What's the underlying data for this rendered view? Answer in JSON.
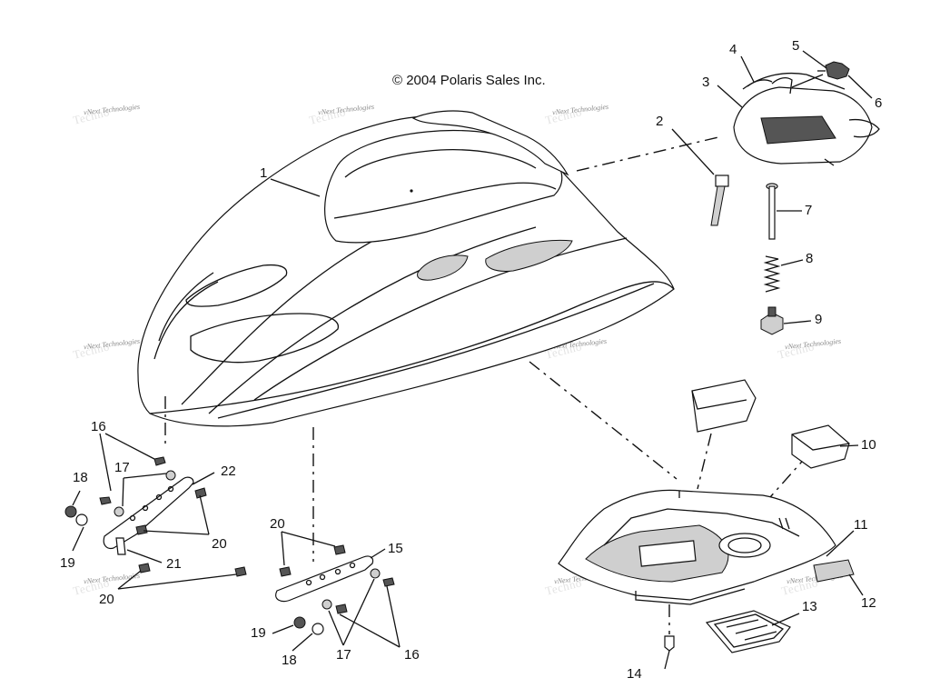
{
  "copyright": "© 2004 Polaris Sales Inc.",
  "watermark_text": "vNext Technologies",
  "watermark_bg_text": "Techno",
  "callouts": [
    {
      "id": "c1",
      "label": "1"
    },
    {
      "id": "c2",
      "label": "2"
    },
    {
      "id": "c3",
      "label": "3"
    },
    {
      "id": "c4",
      "label": "4"
    },
    {
      "id": "c5",
      "label": "5"
    },
    {
      "id": "c6",
      "label": "6"
    },
    {
      "id": "c7",
      "label": "7"
    },
    {
      "id": "c8",
      "label": "8"
    },
    {
      "id": "c9",
      "label": "9"
    },
    {
      "id": "c10",
      "label": "10"
    },
    {
      "id": "c11",
      "label": "11"
    },
    {
      "id": "c12",
      "label": "12"
    },
    {
      "id": "c13",
      "label": "13"
    },
    {
      "id": "c14",
      "label": "14"
    },
    {
      "id": "c15",
      "label": "15"
    },
    {
      "id": "c16a",
      "label": "16"
    },
    {
      "id": "c16b",
      "label": "16"
    },
    {
      "id": "c17a",
      "label": "17"
    },
    {
      "id": "c17b",
      "label": "17"
    },
    {
      "id": "c18a",
      "label": "18"
    },
    {
      "id": "c18b",
      "label": "18"
    },
    {
      "id": "c19a",
      "label": "19"
    },
    {
      "id": "c19b",
      "label": "19"
    },
    {
      "id": "c20a",
      "label": "20"
    },
    {
      "id": "c20b",
      "label": "20"
    },
    {
      "id": "c20c",
      "label": "20"
    },
    {
      "id": "c21",
      "label": "21"
    },
    {
      "id": "c22",
      "label": "22"
    }
  ]
}
